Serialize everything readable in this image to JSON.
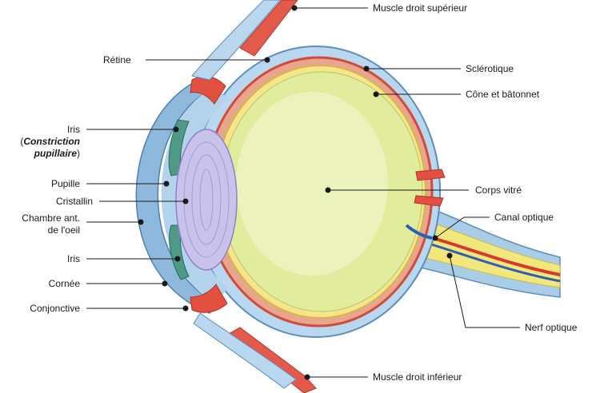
{
  "labels": {
    "muscle_superieur": "Muscle droit supérieur",
    "retine": "Rétine",
    "sclerotique": "Sclérotique",
    "cone": "Cône et bâtonnet",
    "iris_top_1": "Iris",
    "iris_top_2a": "(",
    "iris_top_2b": "Constriction",
    "iris_top_3": "pupillaire",
    "iris_top_3b": ")",
    "pupille": "Pupille",
    "cristallin": "Cristallin",
    "chambre_1": "Chambre ant.",
    "chambre_2": "de l'oeil",
    "corps_vitre": "Corps vitré",
    "canal_optique": "Canal optique",
    "iris_bottom": "Iris",
    "cornee": "Cornée",
    "conjonctive": "Conjonctive",
    "nerf_optique": "Nerf optique",
    "muscle_inferieur": "Muscle droit inférieur"
  }
}
